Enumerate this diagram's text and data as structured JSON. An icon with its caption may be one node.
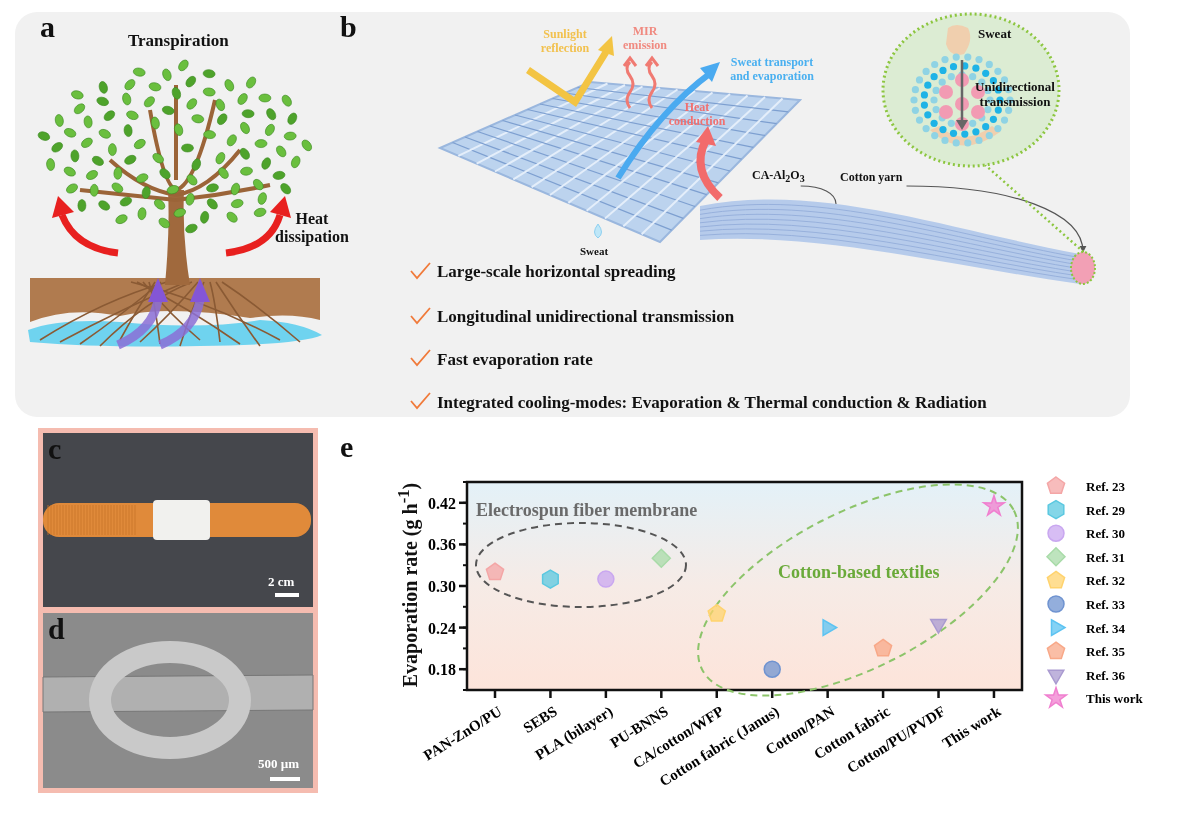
{
  "diagram": {
    "nodes": [
      {
        "text": [
          "Sweat",
          "Unidirectional transmission"
        ]
      },
      {
        "text": [
          "CA-Al$_{2}$O$_{3}$"
        ]
      },
      {
        "text": [
          "Cotton yarn"
        ]
      },
      {
        "text": [],
        "shape": "picture"
      },
      {
        "text": [],
        "shape": "circle"
      }
    ],
    "edges": [
      {
        "from": 1,
        "to": 3,
        "arrow": "none"
      },
      {
        "from": 2,
        "to": 4,
        "arrow": "to"
      },
      {
        "from": 4,
        "to": 0,
        "arrow": "none",
        "style": "dashed",
        "color": "#8cc63f"
      }
    ],
    "labels": [
      "a",
      "Transpiration",
      "Heat dissipation",
      "b",
      "Sunlight reflection",
      "MIR emission",
      "Sweat transport and evaporation",
      "Heat conduction",
      "Sweat",
      "Large-scale horizontal spreading",
      "Longitudinal unidirectional transmission",
      "Fast evaporation rate",
      "Integrated cooling-modes: Evaporation & Thermal conduction & Radiation",
      "c",
      "2 cm",
      "d",
      "500 µm",
      "e"
    ],
    "chart_data": {
      "type": "scatter",
      "ylabel": "Evaporation rate (g h$^{-1}$)",
      "categories": [
        "PAN-ZnO/PU",
        "SEBS",
        "PLA (bilayer)",
        "PU-BNNS",
        "CA/cotton/WFP",
        "Cotton fabric (Janus)",
        "Cotton/PAN",
        "Cotton fabric",
        "Cotton/PU/PVDF",
        "This work"
      ],
      "series": [
        {
          "name": "Ref. 23",
          "color": "#f4a6a6",
          "values": [
            0.32,
            null,
            null,
            null,
            null,
            null,
            null,
            null,
            null,
            null
          ]
        },
        {
          "name": "Ref. 29",
          "color": "#5bc8e0",
          "values": [
            null,
            0.31,
            null,
            null,
            null,
            null,
            null,
            null,
            null,
            null
          ]
        },
        {
          "name": "Ref. 30",
          "color": "#c9a7f0",
          "values": [
            null,
            null,
            0.31,
            null,
            null,
            null,
            null,
            null,
            null,
            null
          ]
        },
        {
          "name": "Ref. 31",
          "color": "#a8dba8",
          "values": [
            null,
            null,
            null,
            0.34,
            null,
            null,
            null,
            null,
            null,
            null
          ]
        },
        {
          "name": "Ref. 32",
          "color": "#ffd36e",
          "values": [
            null,
            null,
            null,
            null,
            0.26,
            null,
            null,
            null,
            null,
            null
          ]
        },
        {
          "name": "Ref. 33",
          "color": "#6f93d0",
          "values": [
            null,
            null,
            null,
            null,
            null,
            0.18,
            null,
            null,
            null,
            null
          ]
        },
        {
          "name": "Ref. 34",
          "color": "#5cc3f2",
          "values": [
            null,
            null,
            null,
            null,
            null,
            null,
            0.24,
            null,
            null,
            null
          ]
        },
        {
          "name": "Ref. 35",
          "color": "#f8a888",
          "values": [
            null,
            null,
            null,
            null,
            null,
            null,
            null,
            0.21,
            null,
            null
          ]
        },
        {
          "name": "Ref. 36",
          "color": "#a99ad0",
          "values": [
            null,
            null,
            null,
            null,
            null,
            null,
            null,
            null,
            0.245,
            null
          ]
        },
        {
          "name": "This work",
          "color": "#f07fcf",
          "values": [
            null,
            null,
            null,
            null,
            null,
            null,
            null,
            null,
            null,
            0.415
          ]
        }
      ],
      "ylim": [
        0.15,
        0.45
      ],
      "yticks": [
        0.18,
        0.24,
        {
          "value": 0.3,
          "label": "0.30"
        },
        0.36,
        0.42
      ],
      "legend": "right",
      "annotations": [
        "Electrospun fiber membrane",
        "Cotton-based textiles"
      ]
    }
  }
}
